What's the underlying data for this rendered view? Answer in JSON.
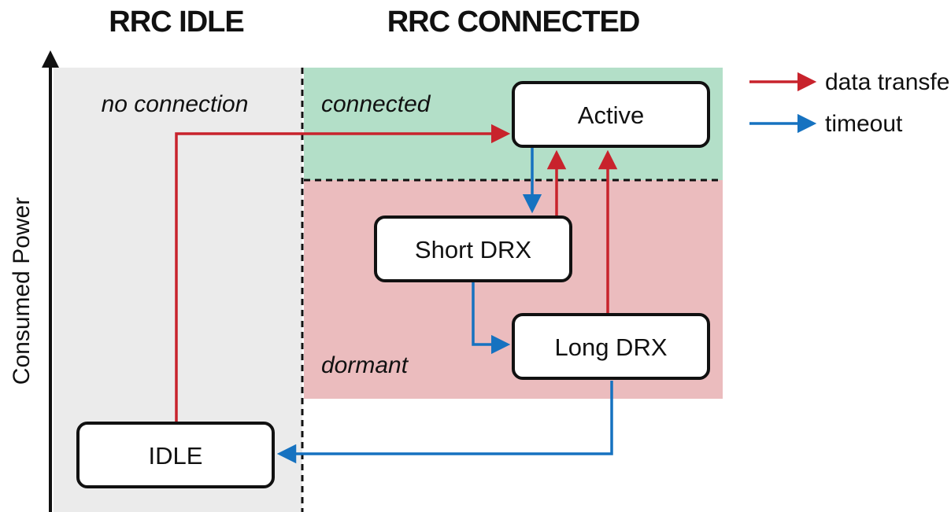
{
  "headers": {
    "idle": "RRC IDLE",
    "connected": "RRC CONNECTED"
  },
  "axis": {
    "label": "Consumed Power"
  },
  "zones": {
    "no_connection": "no connection",
    "connected": "connected",
    "dormant": "dormant"
  },
  "states": {
    "active": "Active",
    "short_drx": "Short DRX",
    "long_drx": "Long DRX",
    "idle": "IDLE"
  },
  "legend": {
    "data_transfer": "data transfer",
    "timeout": "timeout"
  },
  "colors": {
    "data_transfer": "#c8232c",
    "timeout": "#1672c0",
    "idle_region": "#ebebeb",
    "connected_region": "#b3dfc8",
    "dormant_region": "#ebbcbe"
  }
}
